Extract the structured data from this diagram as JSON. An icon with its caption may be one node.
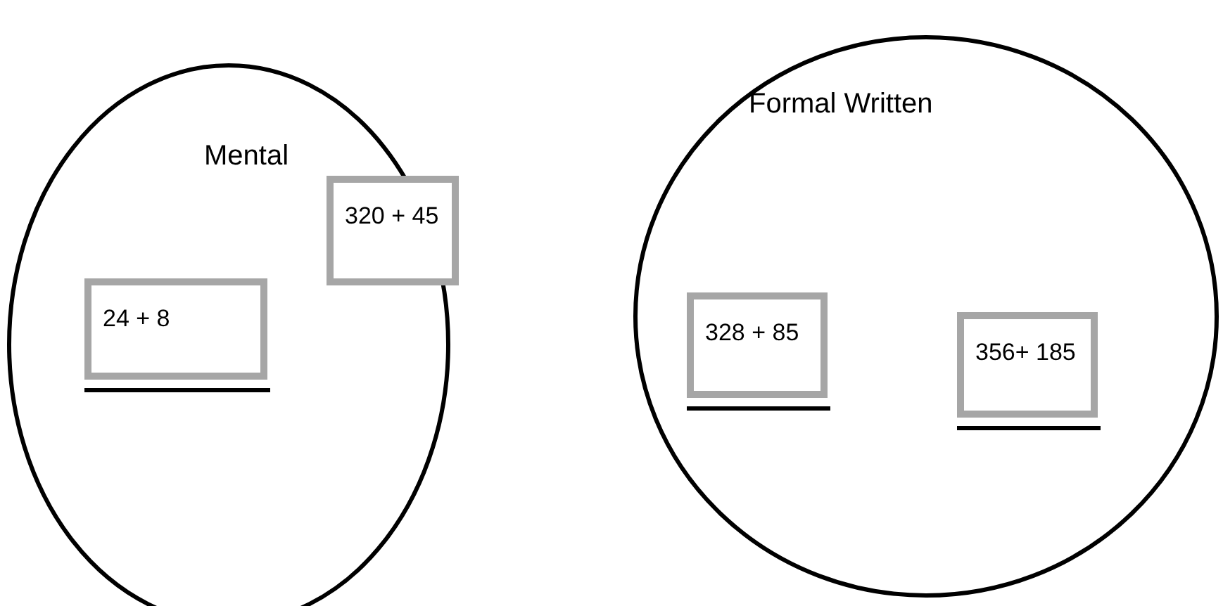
{
  "diagram": {
    "nodes": [
      {
        "text": [
          "Mental"
        ]
      },
      {
        "text": [
          "320 + 45"
        ],
        "in": 0
      },
      {
        "text": [
          "24 + 8"
        ],
        "in": 0
      },
      {
        "text": [
          "Formal Written"
        ]
      },
      {
        "text": [
          "328 + 85"
        ],
        "in": 3
      },
      {
        "text": [
          "356+ 185"
        ],
        "in": 3
      }
    ]
  }
}
